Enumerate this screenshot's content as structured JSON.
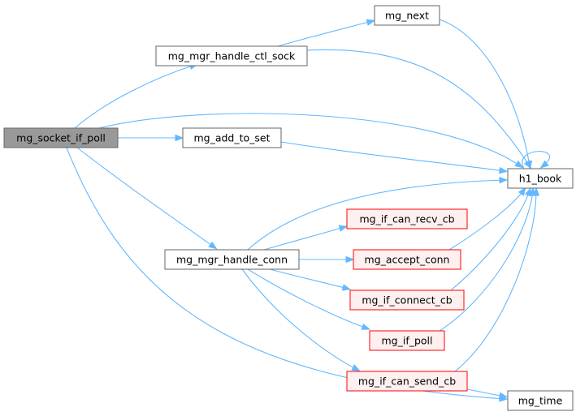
{
  "colors": {
    "edge": "#63b8ff",
    "root_fill": "#999999",
    "root_stroke": "#666666",
    "normal_fill": "#ffffff",
    "normal_stroke": "#666666",
    "truncated_fill": "#fff0f0",
    "truncated_stroke": "#ff0000"
  },
  "nodes": [
    {
      "id": "mg_socket_if_poll",
      "label": "mg_socket_if_poll",
      "style": "root"
    },
    {
      "id": "mg_mgr_handle_ctl_sock",
      "label": "mg_mgr_handle_ctl_sock",
      "style": "normal"
    },
    {
      "id": "mg_next",
      "label": "mg_next",
      "style": "normal"
    },
    {
      "id": "mg_add_to_set",
      "label": "mg_add_to_set",
      "style": "normal"
    },
    {
      "id": "h1_book",
      "label": "h1_book",
      "style": "normal"
    },
    {
      "id": "mg_mgr_handle_conn",
      "label": "mg_mgr_handle_conn",
      "style": "normal"
    },
    {
      "id": "mg_if_can_recv_cb",
      "label": "mg_if_can_recv_cb",
      "style": "truncated"
    },
    {
      "id": "mg_accept_conn",
      "label": "mg_accept_conn",
      "style": "truncated"
    },
    {
      "id": "mg_if_connect_cb",
      "label": "mg_if_connect_cb",
      "style": "truncated"
    },
    {
      "id": "mg_if_poll",
      "label": "mg_if_poll",
      "style": "truncated"
    },
    {
      "id": "mg_if_can_send_cb",
      "label": "mg_if_can_send_cb",
      "style": "truncated"
    },
    {
      "id": "mg_time",
      "label": "mg_time",
      "style": "normal"
    }
  ],
  "edges": [
    {
      "from": "mg_socket_if_poll",
      "to": "mg_mgr_handle_ctl_sock"
    },
    {
      "from": "mg_socket_if_poll",
      "to": "h1_book"
    },
    {
      "from": "mg_socket_if_poll",
      "to": "mg_add_to_set"
    },
    {
      "from": "mg_socket_if_poll",
      "to": "mg_mgr_handle_conn"
    },
    {
      "from": "mg_socket_if_poll",
      "to": "mg_time"
    },
    {
      "from": "mg_mgr_handle_ctl_sock",
      "to": "mg_next"
    },
    {
      "from": "mg_mgr_handle_ctl_sock",
      "to": "h1_book"
    },
    {
      "from": "mg_next",
      "to": "h1_book"
    },
    {
      "from": "mg_add_to_set",
      "to": "h1_book"
    },
    {
      "from": "h1_book",
      "to": "h1_book"
    },
    {
      "from": "mg_mgr_handle_conn",
      "to": "h1_book"
    },
    {
      "from": "mg_mgr_handle_conn",
      "to": "mg_if_can_recv_cb"
    },
    {
      "from": "mg_mgr_handle_conn",
      "to": "mg_accept_conn"
    },
    {
      "from": "mg_mgr_handle_conn",
      "to": "mg_if_connect_cb"
    },
    {
      "from": "mg_mgr_handle_conn",
      "to": "mg_if_poll"
    },
    {
      "from": "mg_mgr_handle_conn",
      "to": "mg_if_can_send_cb"
    },
    {
      "from": "mg_accept_conn",
      "to": "h1_book"
    },
    {
      "from": "mg_if_connect_cb",
      "to": "h1_book"
    },
    {
      "from": "mg_if_poll",
      "to": "h1_book"
    },
    {
      "from": "mg_if_can_send_cb",
      "to": "h1_book"
    },
    {
      "from": "mg_if_can_send_cb",
      "to": "mg_time"
    }
  ]
}
